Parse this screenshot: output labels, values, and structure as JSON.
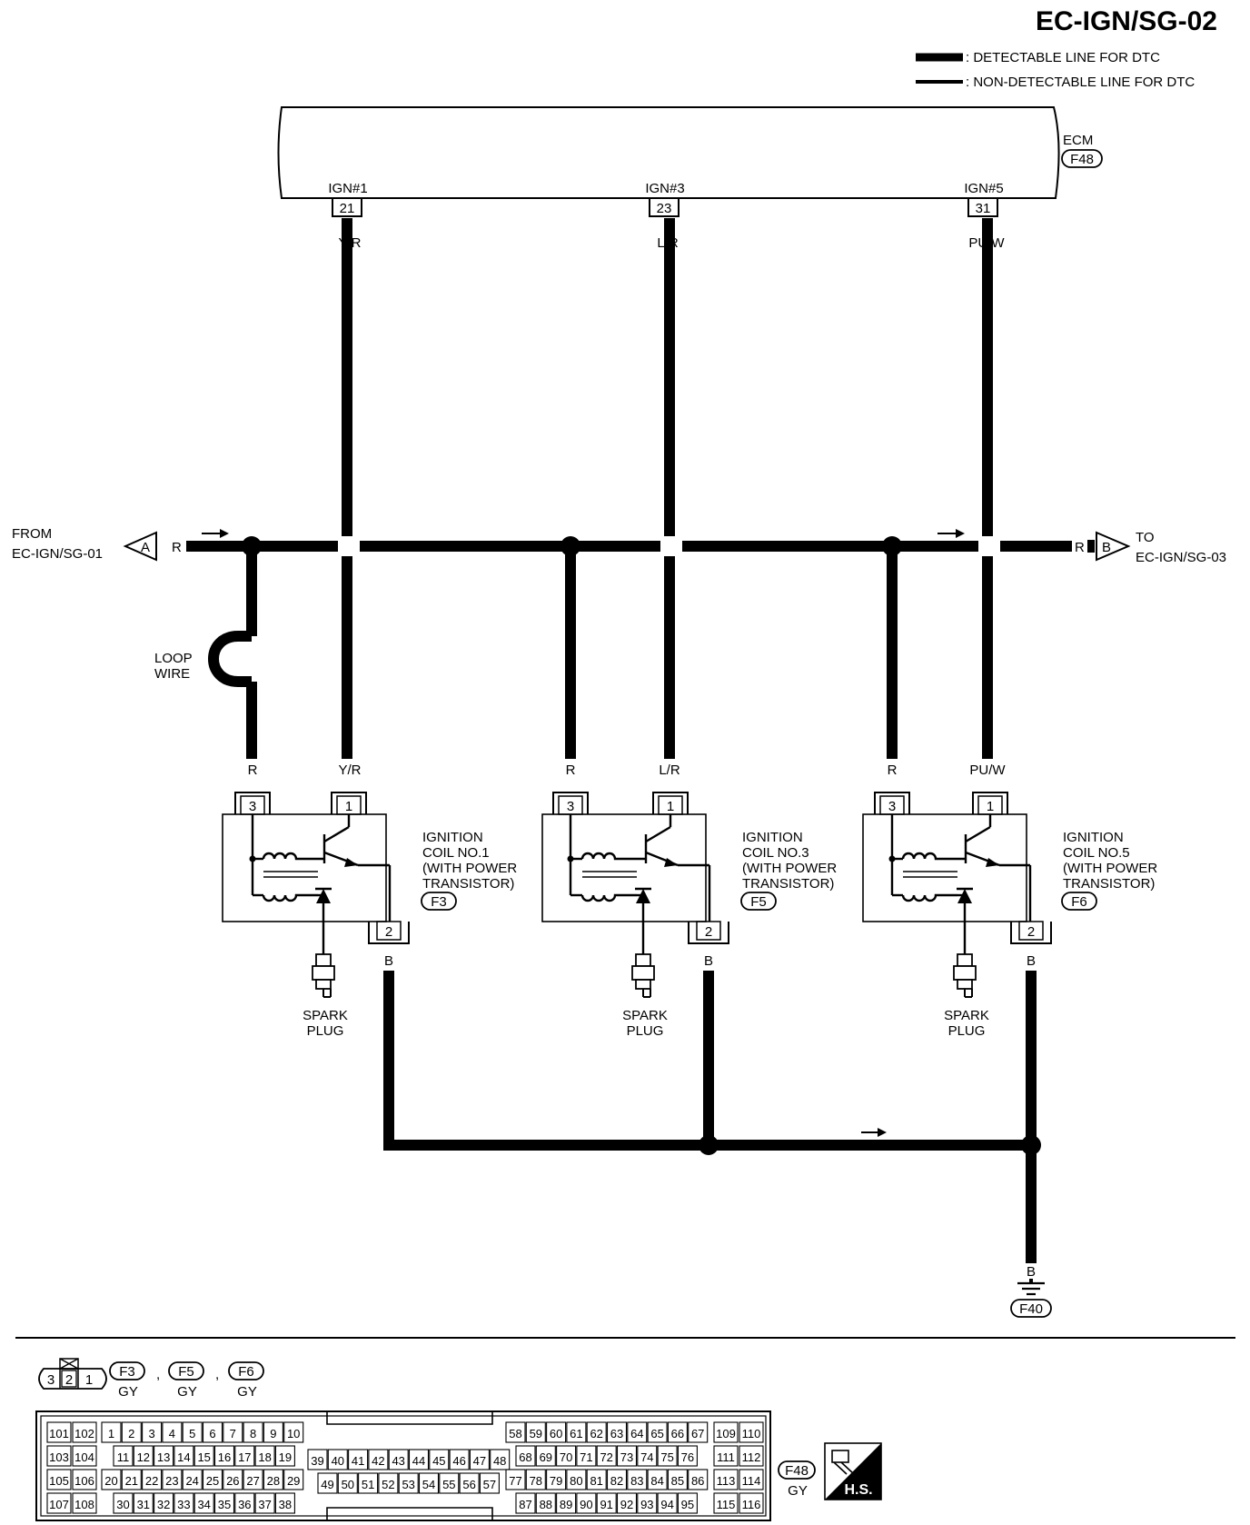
{
  "page_id": "EC-IGN/SG-02",
  "legend": {
    "detectable": ": DETECTABLE LINE FOR DTC",
    "non_detectable": ": NON-DETECTABLE LINE FOR DTC"
  },
  "ecm": {
    "label": "ECM",
    "connector": "F48"
  },
  "ecm_pins": [
    {
      "name": "IGN#1",
      "pin": "21",
      "wire": "Y/R"
    },
    {
      "name": "IGN#3",
      "pin": "23",
      "wire": "L/R"
    },
    {
      "name": "IGN#5",
      "pin": "31",
      "wire": "PU/W"
    }
  ],
  "from": {
    "label": "FROM",
    "page": "EC-IGN/SG-01",
    "letter": "A",
    "wire": "R"
  },
  "to": {
    "label": "TO",
    "page": "EC-IGN/SG-03",
    "letter": "B",
    "wire": "R"
  },
  "loop_wire": [
    "LOOP",
    "WIRE"
  ],
  "coils": [
    {
      "pin_power": "3",
      "pin_signal": "1",
      "pin_ground": "2",
      "wire_power": "R",
      "wire_signal": "Y/R",
      "wire_ground": "B",
      "label": [
        "IGNITION",
        "COIL NO.1",
        "(WITH POWER",
        "TRANSISTOR)"
      ],
      "connector": "F3"
    },
    {
      "pin_power": "3",
      "pin_signal": "1",
      "pin_ground": "2",
      "wire_power": "R",
      "wire_signal": "L/R",
      "wire_ground": "B",
      "label": [
        "IGNITION",
        "COIL NO.3",
        "(WITH POWER",
        "TRANSISTOR)"
      ],
      "connector": "F5"
    },
    {
      "pin_power": "3",
      "pin_signal": "1",
      "pin_ground": "2",
      "wire_power": "R",
      "wire_signal": "PU/W",
      "wire_ground": "B",
      "label": [
        "IGNITION",
        "COIL NO.5",
        "(WITH POWER",
        "TRANSISTOR)"
      ],
      "connector": "F6"
    }
  ],
  "spark_plug": [
    "SPARK",
    "PLUG"
  ],
  "ground": {
    "wire": "B",
    "connector": "F40"
  },
  "connector_key": {
    "pins": [
      "3",
      "2",
      "1"
    ],
    "connectors": [
      {
        "id": "F3",
        "color": "GY"
      },
      {
        "id": "F5",
        "color": "GY"
      },
      {
        "id": "F6",
        "color": "GY"
      }
    ],
    "separator": ","
  },
  "ecm_connector": {
    "id": "F48",
    "color": "GY",
    "hs_label": "H.S.",
    "left_pins": [
      [
        "101",
        "102"
      ],
      [
        "103",
        "104"
      ],
      [
        "105",
        "106"
      ],
      [
        "107",
        "108"
      ]
    ],
    "right_pins": [
      [
        "109",
        "110"
      ],
      [
        "111",
        "112"
      ],
      [
        "113",
        "114"
      ],
      [
        "115",
        "116"
      ]
    ],
    "block1": [
      [
        "1",
        "2",
        "3",
        "4",
        "5",
        "6",
        "7",
        "8",
        "9",
        "10"
      ],
      [
        "11",
        "12",
        "13",
        "14",
        "15",
        "16",
        "17",
        "18",
        "19"
      ],
      [
        "20",
        "21",
        "22",
        "23",
        "24",
        "25",
        "26",
        "27",
        "28",
        "29"
      ],
      [
        "30",
        "31",
        "32",
        "33",
        "34",
        "35",
        "36",
        "37",
        "38"
      ]
    ],
    "block2": [
      [
        "39",
        "40",
        "41",
        "42",
        "43",
        "44",
        "45",
        "46",
        "47",
        "48"
      ],
      [
        "49",
        "50",
        "51",
        "52",
        "53",
        "54",
        "55",
        "56",
        "57"
      ]
    ],
    "block3": [
      [
        "58",
        "59",
        "60",
        "61",
        "62",
        "63",
        "64",
        "65",
        "66",
        "67"
      ],
      [
        "68",
        "69",
        "70",
        "71",
        "72",
        "73",
        "74",
        "75",
        "76"
      ],
      [
        "77",
        "78",
        "79",
        "80",
        "81",
        "82",
        "83",
        "84",
        "85",
        "86"
      ],
      [
        "87",
        "88",
        "89",
        "90",
        "91",
        "92",
        "93",
        "94",
        "95"
      ]
    ]
  }
}
